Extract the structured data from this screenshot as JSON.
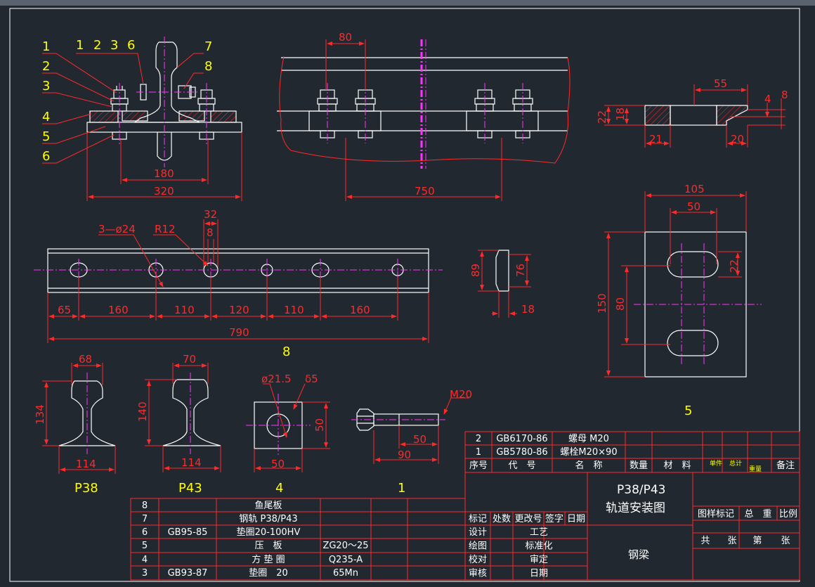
{
  "colors": {
    "background": "#212830",
    "outline": "#ffffff",
    "dimension": "#ff2a2a",
    "center_line": "#ff33ff",
    "label": "#ffff00",
    "hatch": "#ff2a2a"
  },
  "balloons": {
    "top_group": [
      "1",
      "2",
      "3",
      "6"
    ],
    "left": [
      "1",
      "2",
      "3",
      "4",
      "5",
      "6"
    ],
    "right": [
      "7",
      "8"
    ]
  },
  "dims": {
    "d180": "180",
    "d320": "320",
    "d80": "80",
    "d750": "750",
    "d55": "55",
    "d4": "4",
    "d8": "8",
    "d22": "22",
    "d18": "18",
    "d21": "21",
    "d20": "20",
    "d105": "105",
    "d50_top": "50",
    "d22_slot": "22",
    "d150": "150",
    "d80_v": "80",
    "holes": "3—ø24",
    "r12": "R12",
    "d32": "32",
    "d8_b": "8",
    "d65": "65",
    "d160a": "160",
    "d110a": "110",
    "d120": "120",
    "d110b": "110",
    "d160b": "160",
    "d790": "790",
    "d89": "89",
    "d76": "76",
    "d18_side": "18",
    "d68": "68",
    "d134": "134",
    "d114a": "114",
    "d70": "70",
    "d140": "140",
    "d114b": "114",
    "d21_5": "ø21.5",
    "delta5": "δ5",
    "d50_sq_h": "50",
    "d50_sq_w": "50",
    "m20": "M20",
    "d50_bolt": "50",
    "d90": "90"
  },
  "view_labels": {
    "v8": "8",
    "v5": "5",
    "p38": "P38",
    "p43": "P43",
    "v4": "4",
    "v1": "1"
  },
  "parts_table": {
    "rows": [
      {
        "no": "8",
        "code": "",
        "name": "鱼尾板",
        "material": ""
      },
      {
        "no": "7",
        "code": "",
        "name": "钢轨 P38/P43",
        "material": ""
      },
      {
        "no": "6",
        "code": "GB95-85",
        "name": "垫圈20-100HV",
        "material": ""
      },
      {
        "no": "5",
        "code": "",
        "name": "压　板",
        "material": "ZG20～25"
      },
      {
        "no": "4",
        "code": "",
        "name": "方 垫 圈",
        "material": "Q235-A"
      },
      {
        "no": "3",
        "code": "GB93-87",
        "name": "垫圈　20",
        "material": "65Mn"
      }
    ]
  },
  "bom_table": {
    "rows": [
      {
        "no": "2",
        "code": "GB6170-86",
        "name": "螺母 M20"
      },
      {
        "no": "1",
        "code": "GB5780-86",
        "name": "螺栓M20×90"
      }
    ],
    "header": {
      "no": "序号",
      "code": "代　号",
      "name": "名　称",
      "qty": "数量",
      "material": "材　料",
      "unit": "单件",
      "total": "总计",
      "weight": "重量",
      "remark": "备注"
    }
  },
  "title_block": {
    "title_line1": "P38/P43",
    "title_line2": "轨道安装图",
    "material": "钢梁",
    "rev_headers": [
      "标记",
      "处数",
      "更改号",
      "签字",
      "日期"
    ],
    "roles_left": [
      "设计",
      "绘图",
      "校对",
      "审核"
    ],
    "roles_right": [
      "工艺",
      "标准化",
      "审定",
      "日期"
    ],
    "mark_headers": [
      "图样标记",
      "总　重",
      "比例"
    ],
    "sheet_labels": [
      "共",
      "张",
      "第",
      "张"
    ]
  }
}
